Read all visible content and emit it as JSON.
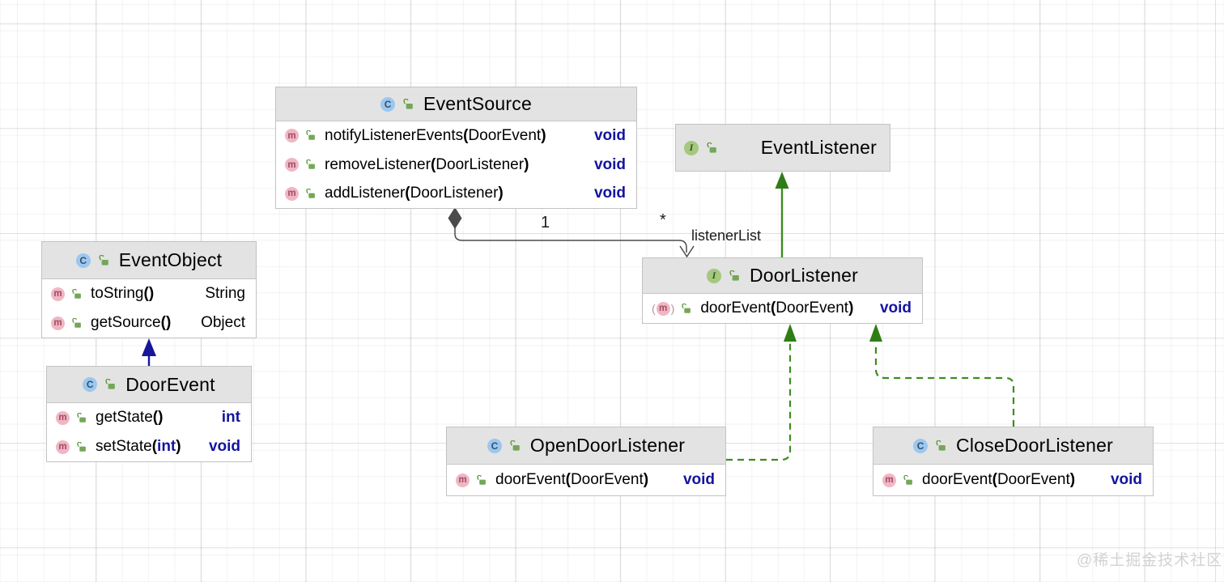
{
  "icons": {
    "class_letter": "C",
    "interface_letter": "I",
    "method_letter": "m",
    "abstract_wrap_open": "(",
    "abstract_wrap_close": ")"
  },
  "punct": {
    "open": "(",
    "close": ")"
  },
  "classes": [
    {
      "name": "EventSource",
      "kind": "class",
      "methods": [
        {
          "name": "notifyListenerEvents",
          "params": "DoorEvent",
          "params_style": "t-plain",
          "ret": "void",
          "ret_style": "t-prim"
        },
        {
          "name": "removeListener",
          "params": "DoorListener",
          "params_style": "t-plain",
          "ret": "void",
          "ret_style": "t-prim"
        },
        {
          "name": "addListener",
          "params": "DoorListener",
          "params_style": "t-plain",
          "ret": "void",
          "ret_style": "t-prim"
        }
      ]
    },
    {
      "name": "EventListener",
      "kind": "interface",
      "methods": []
    },
    {
      "name": "EventObject",
      "kind": "class",
      "methods": [
        {
          "name": "toString",
          "params": "",
          "params_style": "t-plain",
          "ret": "String",
          "ret_style": "t-plain"
        },
        {
          "name": "getSource",
          "params": "",
          "params_style": "t-plain",
          "ret": "Object",
          "ret_style": "t-plain"
        }
      ]
    },
    {
      "name": "DoorEvent",
      "kind": "class",
      "methods": [
        {
          "name": "getState",
          "params": "",
          "params_style": "t-plain",
          "ret": "int",
          "ret_style": "t-prim"
        },
        {
          "name": "setState",
          "params": "int",
          "params_style": "t-prim",
          "ret": "void",
          "ret_style": "t-prim"
        }
      ]
    },
    {
      "name": "DoorListener",
      "kind": "interface",
      "methods": [
        {
          "name": "doorEvent",
          "params": "DoorEvent",
          "params_style": "t-plain",
          "ret": "void",
          "ret_style": "t-prim",
          "abstract": true
        }
      ]
    },
    {
      "name": "OpenDoorListener",
      "kind": "class",
      "methods": [
        {
          "name": "doorEvent",
          "params": "DoorEvent",
          "params_style": "t-plain",
          "ret": "void",
          "ret_style": "t-prim"
        }
      ]
    },
    {
      "name": "CloseDoorListener",
      "kind": "class",
      "methods": [
        {
          "name": "doorEvent",
          "params": "DoorEvent",
          "params_style": "t-plain",
          "ret": "void",
          "ret_style": "t-prim"
        }
      ]
    }
  ],
  "edges": {
    "aggregation": {
      "source_multiplicity": "1",
      "target_multiplicity": "*",
      "label": "listenerList"
    }
  },
  "watermark": "@稀土掘金技术社区",
  "colors": {
    "primitive_type": "#1414a0",
    "interface_edge_green": "#3e8c20",
    "extends_edge_blue": "#16169a",
    "aggregation_gray": "#4b4b4b",
    "header_bg": "#e3e3e3"
  }
}
